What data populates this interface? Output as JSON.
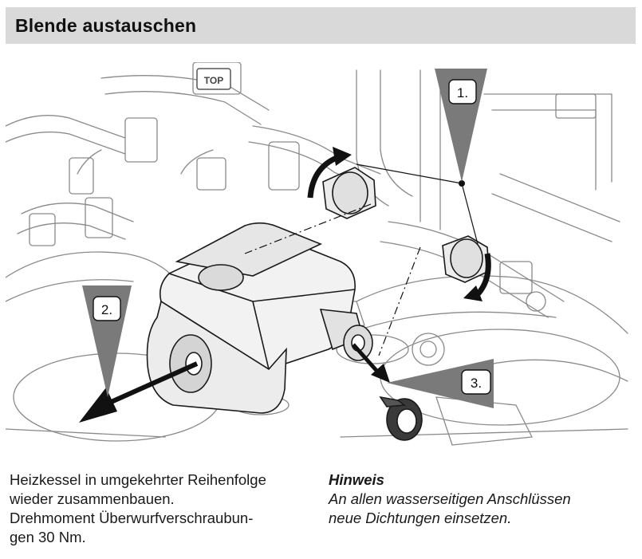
{
  "header": {
    "title": "Blende austauschen"
  },
  "illustration": {
    "callouts": [
      {
        "label": "1."
      },
      {
        "label": "2."
      },
      {
        "label": "3."
      }
    ],
    "stamp_text": "TOP"
  },
  "instructions": {
    "line1": "Heizkessel in umgekehrter Reihenfolge",
    "line2": "wieder zusammenbauen.",
    "line3": "Drehmoment Überwurfverschraubun-",
    "line4": "gen 30 Nm."
  },
  "note": {
    "title": "Hinweis",
    "line1": "An allen wasserseitigen Anschlüssen",
    "line2": "neue Dichtungen einsetzen."
  }
}
